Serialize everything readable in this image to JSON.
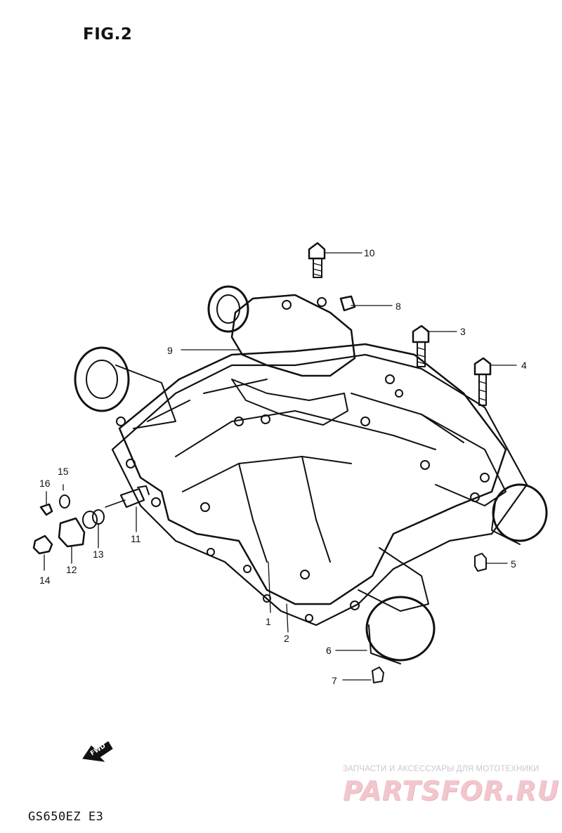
{
  "figure": {
    "title": "FIG.2",
    "model_code": "GS650EZ E3"
  },
  "fwd_label": "FWD",
  "watermark": {
    "tagline": "ЗАПЧАСТИ И АКСЕССУАРЫ ДЛЯ МОТОТЕХНИКИ",
    "logo": "PARTSFOR.RU"
  },
  "callouts": [
    {
      "id": "c1",
      "label": "1"
    },
    {
      "id": "c2",
      "label": "2"
    },
    {
      "id": "c3",
      "label": "3"
    },
    {
      "id": "c4",
      "label": "4"
    },
    {
      "id": "c5",
      "label": "5"
    },
    {
      "id": "c6",
      "label": "6"
    },
    {
      "id": "c7",
      "label": "7"
    },
    {
      "id": "c8",
      "label": "8"
    },
    {
      "id": "c9",
      "label": "9"
    },
    {
      "id": "c10",
      "label": "10"
    },
    {
      "id": "c11",
      "label": "11"
    },
    {
      "id": "c12",
      "label": "12"
    },
    {
      "id": "c13",
      "label": "13"
    },
    {
      "id": "c14",
      "label": "14"
    },
    {
      "id": "c15",
      "label": "15"
    },
    {
      "id": "c16",
      "label": "16"
    }
  ]
}
